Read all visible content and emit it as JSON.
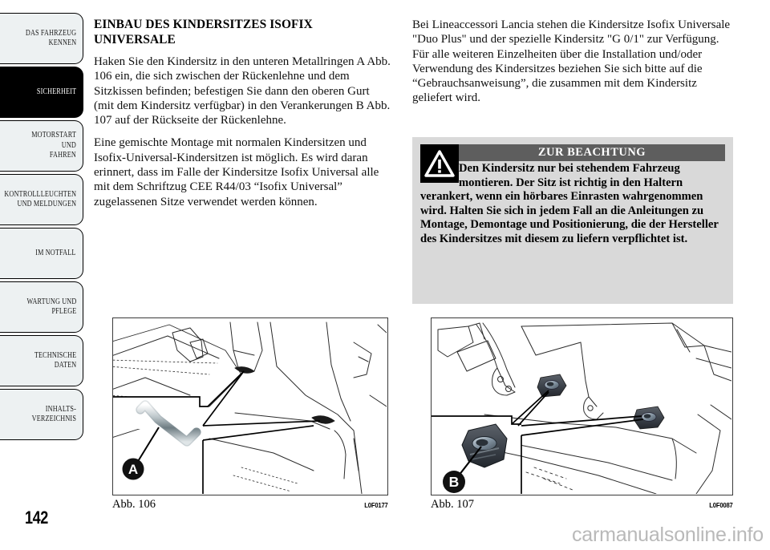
{
  "document": {
    "page_number": "142",
    "watermark": "carmanualsonline.info"
  },
  "sidebar": {
    "items": [
      {
        "label": "DAS FAHRZEUG\nKENNEN",
        "active": false
      },
      {
        "label": "SICHERHEIT",
        "active": true
      },
      {
        "label": "MOTORSTART UND\nFAHREN",
        "active": false
      },
      {
        "label": "KONTROLLLEUCHTEN\nUND MELDUNGEN",
        "active": false
      },
      {
        "label": "IM NOTFALL",
        "active": false
      },
      {
        "label": "WARTUNG UND\nPFLEGE",
        "active": false
      },
      {
        "label": "TECHNISCHE\nDATEN",
        "active": false
      },
      {
        "label": "INHALTS-\nVERZEICHNIS",
        "active": false
      }
    ]
  },
  "left_column": {
    "title": "EINBAU DES KINDERSITZES ISOFIX UNIVERSALE",
    "paragraph_1": "Haken Sie den Kindersitz in den unteren Metallringen A Abb. 106 ein, die sich zwischen der Rückenlehne und dem Sitzkissen befinden; befestigen Sie dann den oberen Gurt (mit dem Kindersitz verfügbar) in den Verankerungen B Abb. 107 auf der Rückseite der Rückenlehne.",
    "paragraph_2": "Eine gemischte Montage mit normalen Kindersitzen und Isofix-Universal-Kindersitzen ist möglich. Es wird daran erinnert, dass im Falle der Kindersitze Isofix Universal alle mit dem Schriftzug CEE R44/03 “Isofix Universal” zugelassenen Sitze verwendet werden können."
  },
  "right_column": {
    "paragraph_1": "Bei Lineaccessori Lancia stehen die Kindersitze Isofix Universale \"Duo Plus\" und der spezielle Kindersitz \"G 0/1\" zur Verfügung. Für alle weiteren Einzelheiten über die Installation und/oder Verwendung des Kindersitzes beziehen Sie sich bitte auf die “Gebrauchsanweisung”, die zusammen mit dem Kindersitz geliefert wird."
  },
  "warning_box": {
    "icon": "warning-triangle-icon",
    "title": "ZUR BEACHTUNG",
    "body": "Den Kindersitz nur bei stehendem Fahrzeug montieren. Der Sitz ist richtig in den Haltern verankert, wenn ein hörbares Einrasten wahrgenommen wird. Halten Sie sich in jedem Fall an die Anleitungen zu Montage, Demontage und Positionierung, die der Hersteller des Kindersitzes mit diesem zu liefern verpflichtet ist.",
    "header_bar_color": "#5e5e5e",
    "background_color": "#d9d9d9"
  },
  "figures": [
    {
      "id": "fig-106",
      "caption": "Abb. 106",
      "code": "L0F0177",
      "callout": "A",
      "description": "Rücksitz mit unteren Isofix-Metallringen zwischen Rückenlehne und Sitzkissen"
    },
    {
      "id": "fig-107",
      "caption": "Abb. 107",
      "code": "L0F0087",
      "callout": "B",
      "description": "Rückseite der Rückenlehne mit oberen Gurt-Verankerungen"
    }
  ]
}
